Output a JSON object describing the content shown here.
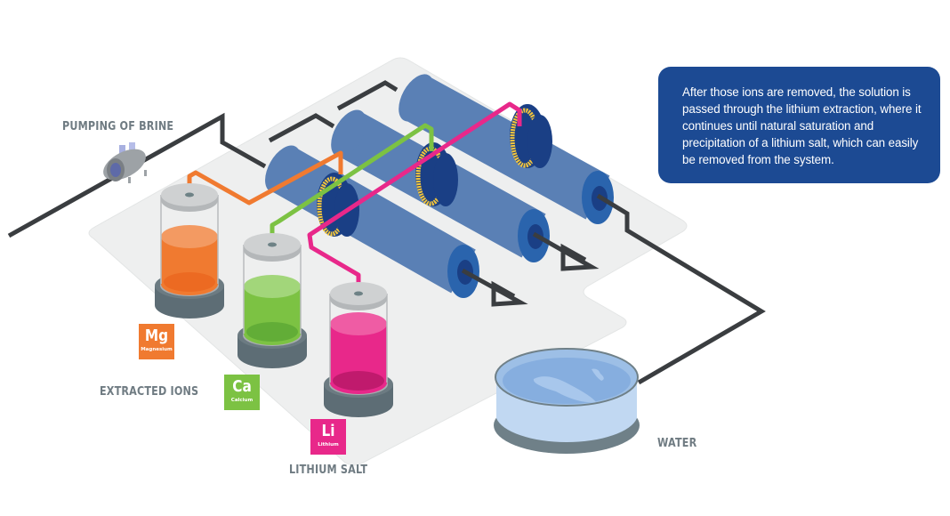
{
  "labels": {
    "pumping": "PUMPING OF BRINE",
    "extracted_ions": "EXTRACTED IONS",
    "lithium_salt": "LITHIUM SALT",
    "water": "WATER"
  },
  "info_box": {
    "text": "After those ions are removed, the solution is passed through the lithium extraction, where it continues until natural saturation and precipitation of a lithium salt, which can easily be removed from the system."
  },
  "elements": [
    {
      "symbol": "Mg",
      "name": "Magnesium",
      "color": "#f07a30"
    },
    {
      "symbol": "Ca",
      "name": "Calcium",
      "color": "#7cc243"
    },
    {
      "symbol": "Li",
      "name": "Lithium",
      "color": "#e8288a"
    }
  ],
  "colors": {
    "platform": "#eeefef",
    "pipe": "#3a3d40",
    "cylinder_body": "#5a80b5",
    "cylinder_dark": "#1a3f85",
    "cylinder_end": "#2a64ad",
    "gold_band": "#f2c53d",
    "magnesium": "#f07a30",
    "calcium": "#7cc243",
    "lithium": "#e8288a",
    "water": "#a9c8ea",
    "info_box": "#1c4a93"
  }
}
